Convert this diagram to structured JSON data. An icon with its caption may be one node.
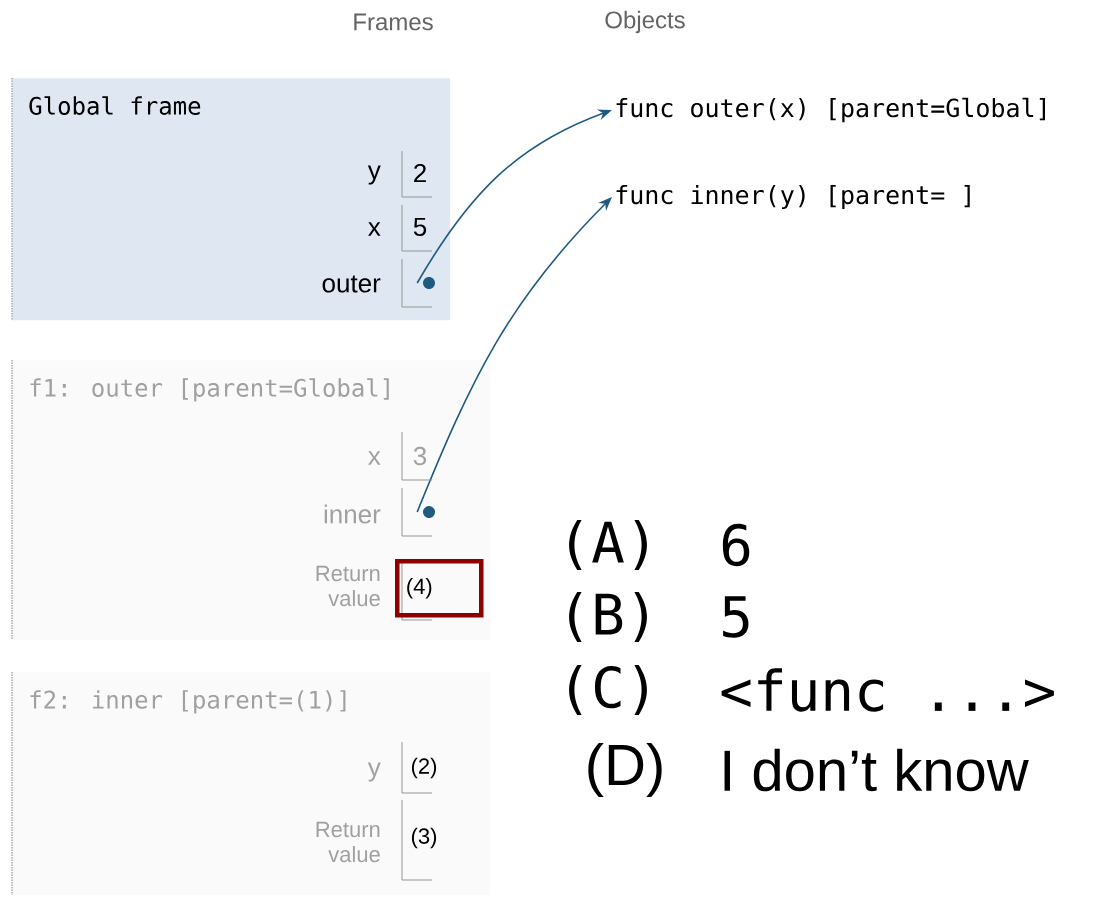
{
  "diagram": {
    "nodes": [
      {
        "text": [
          "Global frame"
        ]
      },
      {
        "text": [],
        "shape": "box",
        "in": 0
      },
      {
        "text": [
          "f1: outer [parent=Global]"
        ]
      },
      {
        "text": [],
        "shape": "box",
        "in": 2
      },
      {
        "text": [
          "(4)"
        ],
        "in": 2
      },
      {
        "text": [
          "f2: inner [parent=(1)]"
        ]
      },
      {
        "text": [
          "func outer(x) [parent=Global]"
        ]
      },
      {
        "text": [
          "func inner(y) [parent= ]"
        ]
      }
    ],
    "edges": [
      {
        "from": 1,
        "to": 6,
        "arrow": "to"
      },
      {
        "from": 3,
        "to": 7,
        "arrow": "to"
      }
    ],
    "labels": [
      "Frames",
      "Objects",
      "y",
      "2",
      "x",
      "5",
      "outer",
      "x",
      "3",
      "inner",
      "Return value",
      "y",
      "(2)",
      "Return value",
      "(3)",
      "(A)",
      "6",
      "(B)",
      "5",
      "(C)",
      "<func ...>",
      "(D)",
      "I don’t know"
    ]
  }
}
